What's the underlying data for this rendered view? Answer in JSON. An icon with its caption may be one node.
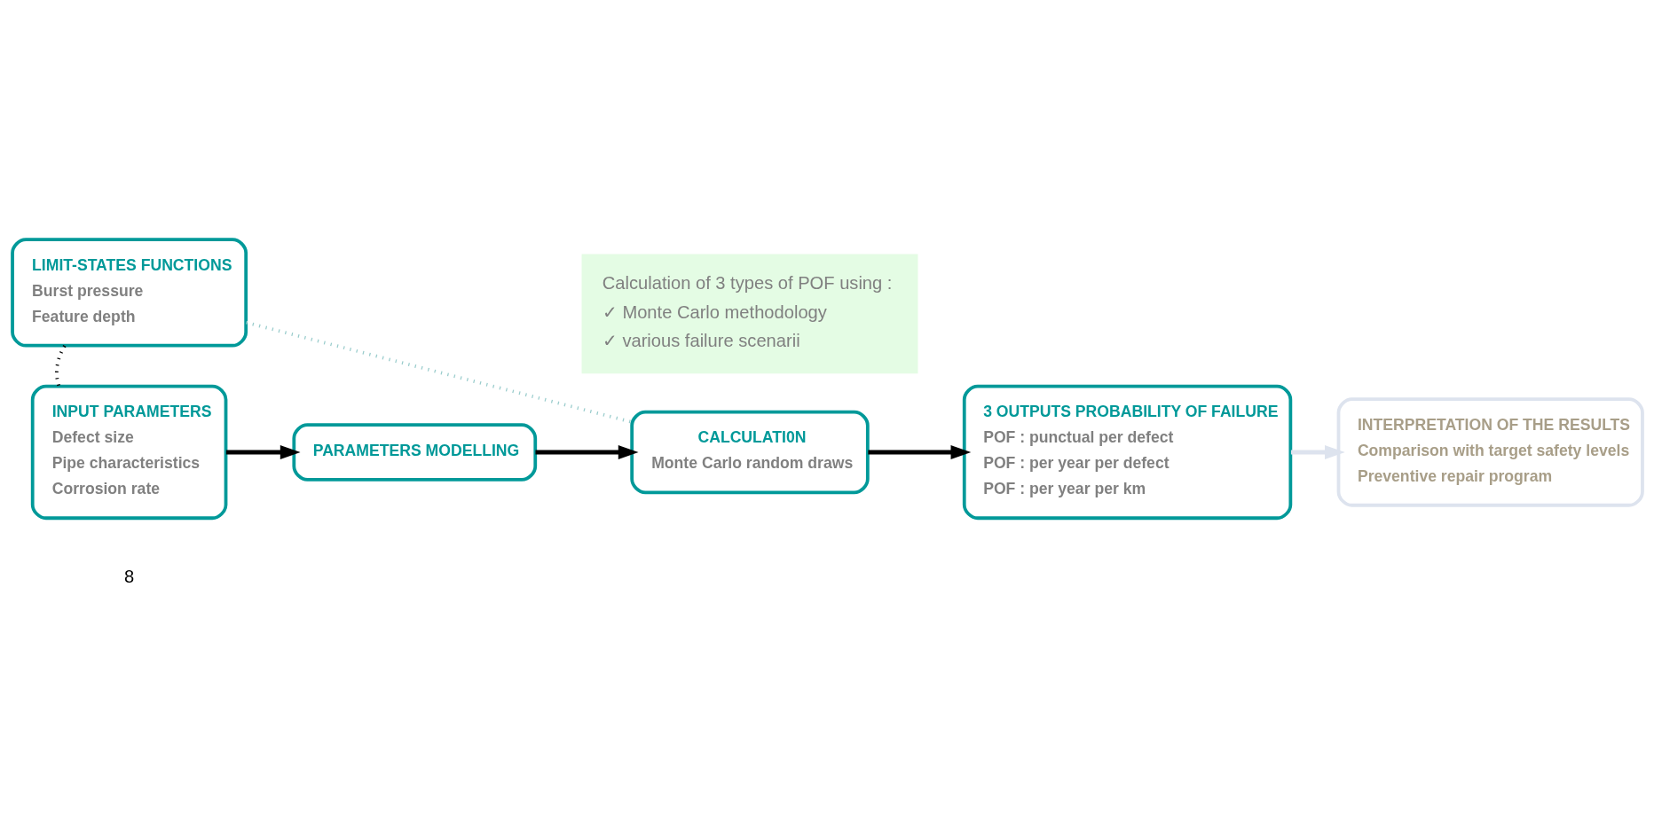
{
  "diagram": {
    "nodes": [
      {
        "text": [
          "LIMIT-STATES FUNCTIONS",
          "Burst pressure",
          "Feature depth"
        ]
      },
      {
        "text": [
          "INPUT PARAMETERS",
          "Defect size",
          "Pipe characteristics",
          "Corrosion rate"
        ]
      },
      {
        "text": [
          "PARAMETERS MODELLING"
        ]
      },
      {
        "text": [
          "CALCULATI0N",
          "Monte Carlo random draws"
        ]
      },
      {
        "text": [
          "3 OUTPUTS PROBABILITY OF FAILURE",
          "POF : punctual per defect",
          "POF : per year per defect",
          "POF : per year per km"
        ]
      },
      {
        "text": [
          "INTERPRETATION OF THE RESULTS",
          "Comparison with target safety levels",
          "Preventive repair program"
        ]
      },
      {
        "text": [
          "Calculation of 3 types of POF using :",
          "✓ Monte Carlo methodology",
          "✓ various failure scenarii"
        ]
      }
    ],
    "edges": [
      {
        "from": 0,
        "to": 1,
        "arrow": "none",
        "style": "dashed"
      },
      {
        "from": 1,
        "to": 2,
        "arrow": "to"
      },
      {
        "from": 2,
        "to": 3,
        "arrow": "to"
      },
      {
        "from": 3,
        "to": 4,
        "arrow": "to"
      },
      {
        "from": 4,
        "to": 5,
        "arrow": "to",
        "color": "#dde3ee"
      },
      {
        "from": 0,
        "to": 3,
        "arrow": "none",
        "style": "dashed",
        "color": "#99cccc"
      }
    ],
    "labels": [
      "8"
    ]
  }
}
